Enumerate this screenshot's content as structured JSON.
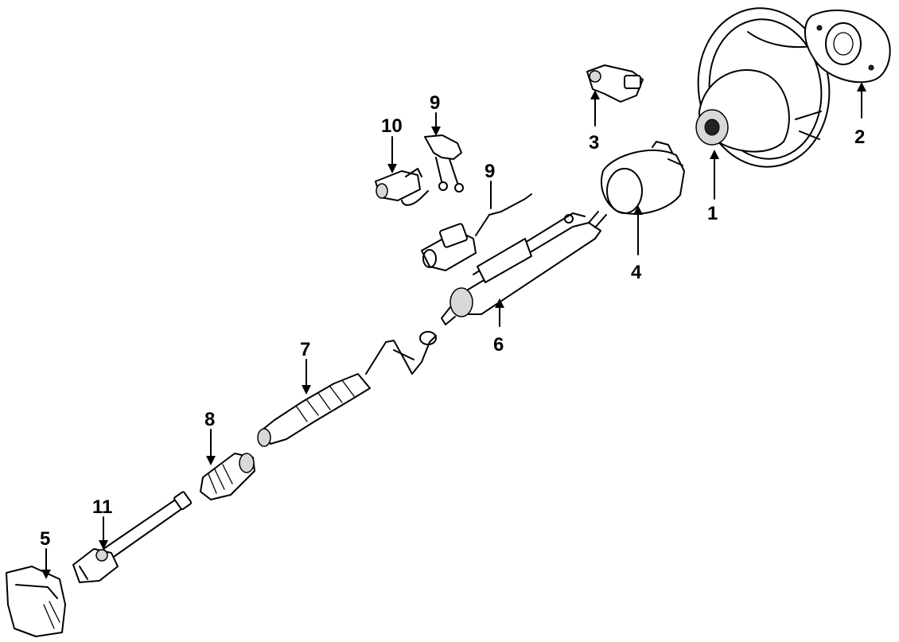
{
  "diagram": {
    "labels": [
      {
        "id": "1",
        "text": "1"
      },
      {
        "id": "2",
        "text": "2"
      },
      {
        "id": "3",
        "text": "3"
      },
      {
        "id": "4",
        "text": "4"
      },
      {
        "id": "5",
        "text": "5"
      },
      {
        "id": "6",
        "text": "6"
      },
      {
        "id": "7",
        "text": "7"
      },
      {
        "id": "8",
        "text": "8"
      },
      {
        "id": "9a",
        "text": "9"
      },
      {
        "id": "9b",
        "text": "9"
      },
      {
        "id": "10",
        "text": "10"
      },
      {
        "id": "11",
        "text": "11"
      }
    ]
  }
}
